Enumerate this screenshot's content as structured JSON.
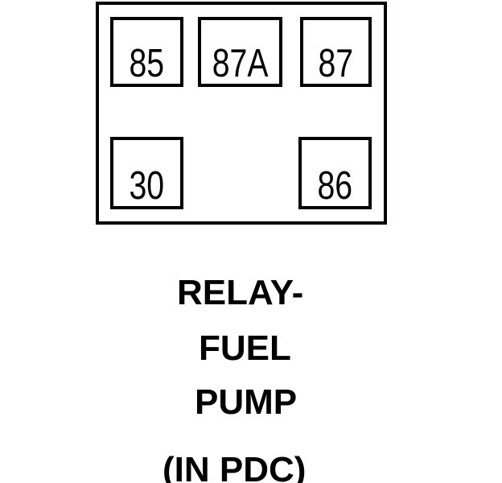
{
  "colors": {
    "ink": "#000000",
    "paper": "#ffffff"
  },
  "relay": {
    "pins": [
      {
        "label": "85"
      },
      {
        "label": "87A"
      },
      {
        "label": "87"
      },
      {
        "label": "30"
      },
      {
        "label": "86"
      }
    ]
  },
  "caption": {
    "lines": [
      "RELAY-",
      "FUEL",
      "PUMP",
      "(IN PDC)"
    ]
  }
}
